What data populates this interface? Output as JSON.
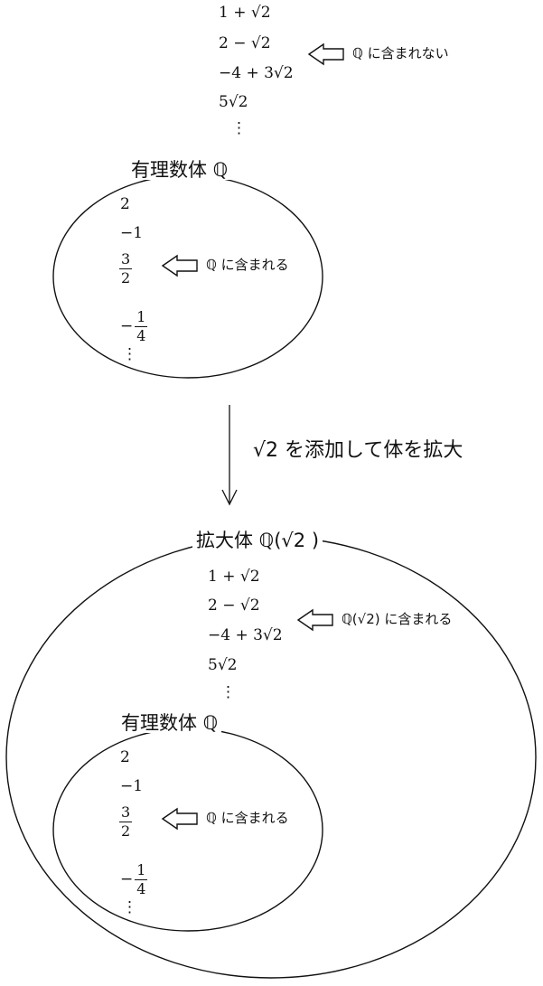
{
  "top_group": {
    "expressions": [
      "1 + √2",
      "2 − √2",
      "−4 + 3√2",
      "5√2",
      "⋮"
    ],
    "note": "ℚ に含まれない"
  },
  "rational_field_top": {
    "title": "有理数体 ℚ",
    "items": [
      "2",
      "−1",
      "⋮"
    ],
    "fraction_3_2": {
      "numerator": "3",
      "denominator": "2"
    },
    "fraction_neg_1_4": {
      "sign": "−",
      "numerator": "1",
      "denominator": "4"
    },
    "note": "ℚ に含まれる"
  },
  "step": {
    "label": "√2 を添加して体を拡大"
  },
  "extension_field": {
    "title": "拡大体 ℚ(√2 )",
    "expressions": [
      "1 + √2",
      "2 − √2",
      "−4 + 3√2",
      "5√2",
      "⋮"
    ],
    "note": "ℚ(√2) に含まれる"
  },
  "rational_field_inner": {
    "title": "有理数体 ℚ",
    "items": [
      "2",
      "−1",
      "⋮"
    ],
    "fraction_3_2": {
      "numerator": "3",
      "denominator": "2"
    },
    "fraction_neg_1_4": {
      "sign": "−",
      "numerator": "1",
      "denominator": "4"
    },
    "note": "ℚ に含まれる"
  }
}
